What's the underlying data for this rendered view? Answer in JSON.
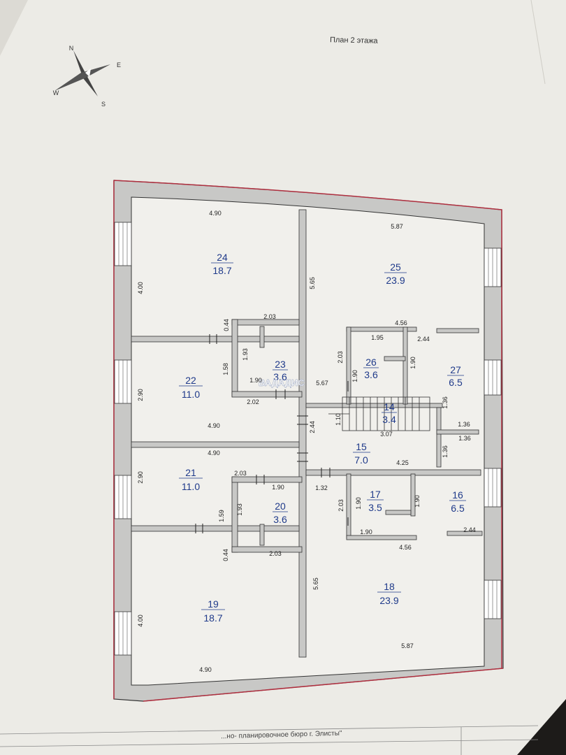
{
  "title": "План 2 этажа",
  "footer": "...но- планировочное бюро г. Элисты\"",
  "watermark": "ВАДАДИС",
  "compass": [
    "N",
    "E",
    "S",
    "W"
  ],
  "rooms": [
    {
      "num": "24",
      "area": "18.7"
    },
    {
      "num": "25",
      "area": "23.9"
    },
    {
      "num": "23",
      "area": "3.6"
    },
    {
      "num": "26",
      "area": "3.6"
    },
    {
      "num": "27",
      "area": "6.5"
    },
    {
      "num": "22",
      "area": "11.0"
    },
    {
      "num": "14",
      "area": "3.4"
    },
    {
      "num": "15",
      "area": "7.0"
    },
    {
      "num": "21",
      "area": "11.0"
    },
    {
      "num": "20",
      "area": "3.6"
    },
    {
      "num": "17",
      "area": "3.5"
    },
    {
      "num": "16",
      "area": "6.5"
    },
    {
      "num": "18",
      "area": "23.9"
    },
    {
      "num": "19",
      "area": "18.7"
    }
  ],
  "dimensions": [
    "4.90",
    "5.87",
    "5.65",
    "4.00",
    "2.03",
    "0.44",
    "1.93",
    "1.58",
    "1.90",
    "5.67",
    "2.02",
    "2.90",
    "4.56",
    "1.95",
    "2.44",
    "2.03",
    "1.90",
    "1.90",
    "1.36",
    "1.36",
    "1.10",
    "2.44",
    "3.07",
    "1.36",
    "1.36",
    "4.90",
    "4.90",
    "2.03",
    "1.90",
    "1.32",
    "4.25",
    "2.90",
    "1.93",
    "1.59",
    "2.03",
    "1.90",
    "1.90",
    "1.90",
    "4.56",
    "2.44",
    "0.44",
    "2.03",
    "5.65",
    "4.00",
    "5.87",
    "4.90"
  ]
}
